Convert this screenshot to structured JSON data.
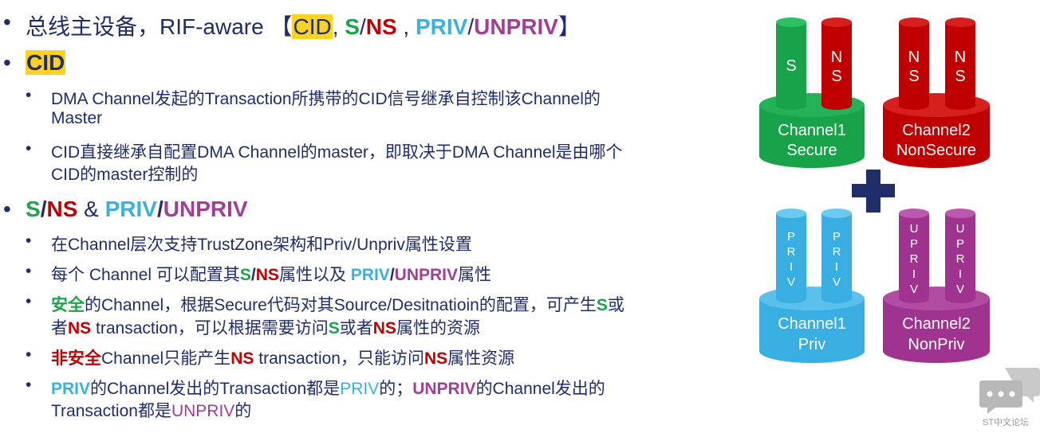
{
  "bullet_glyph": "•",
  "line1": {
    "a": "总线主设备，RIF-aware 【",
    "cid": "CID",
    "comma1": ",",
    "s": "S",
    "slash1": "/",
    "ns": "NS",
    "comma2": " ,",
    "priv": "PRIV",
    "slash2": "/",
    "unpriv": "UNPRIV",
    "close": "】"
  },
  "head_cid": "CID",
  "cid_items": [
    {
      "text1": "DMA Channel发起的Transaction所携带的CID信号继承自控制该Channel的",
      "text2": "Master"
    },
    {
      "text1": "CID直接继承自配置DMA Channel的master，即取决于DMA Channel是由哪个",
      "text2": "CID的master控制的"
    }
  ],
  "head2": {
    "s": "S",
    "slash1": "/",
    "ns": "NS",
    "amp": " & ",
    "priv": "PRIV",
    "slash2": "/",
    "unpriv": "UNPRIV"
  },
  "items": {
    "i1": "在Channel层次支持TrustZone架构和Priv/Unpriv属性设置",
    "i2": {
      "a": "每个 Channel 可以配置其",
      "s": "S",
      "slash1": "/",
      "ns": "NS",
      "b": "属性以及 ",
      "priv": "PRIV",
      "slash2": "/",
      "unpriv": "UNPRIV",
      "c": "属性"
    },
    "i3": {
      "safe": "安全",
      "a": "的Channel，根据Secure代码对其Source/Desitnatioin的配置，可产生",
      "s": "S",
      "b": "或",
      "c": "者",
      "ns": "NS",
      "d": " transaction，可以根据需要访问",
      "s2": "S",
      "e": "或者",
      "ns2": "NS",
      "f": "属性的资源"
    },
    "i4": {
      "unsafe": "非安全",
      "a": "Channel只能产生",
      "ns": "NS",
      "b": " transaction，只能访问",
      "ns2": "NS",
      "c": "属性资源"
    },
    "i5": {
      "priv": "PRIV",
      "a": "的Channel发出的Transaction都是",
      "priv2": "PRIV",
      "b": "的；",
      "unpriv": "UNPRIV",
      "c": "的Channel发出的",
      "d": "Transaction都是",
      "unpriv2": "UNPRIV",
      "e": "的"
    }
  },
  "diagram": {
    "ch1_secure": {
      "line1": "Channel1",
      "line2": "Secure",
      "pillar_left": "S",
      "pillar_right_1": "N",
      "pillar_right_2": "S"
    },
    "ch2_nonsecure": {
      "line1": "Channel2",
      "line2": "NonSecure",
      "pillar_left_1": "N",
      "pillar_left_2": "S",
      "pillar_right_1": "N",
      "pillar_right_2": "S"
    },
    "ch1_priv": {
      "line1": "Channel1",
      "line2": "Priv",
      "pillar_letters": [
        "P",
        "R",
        "I",
        "V"
      ]
    },
    "ch2_nonpriv": {
      "line1": "Channel2",
      "line2": "NonPriv",
      "pillar_letters": [
        "U",
        "P",
        "R",
        "I",
        "V"
      ]
    },
    "plus": "+"
  },
  "watermark": "ST中文论坛",
  "colors": {
    "text": "#1f2d6b",
    "green": "#1aa54b",
    "red": "#c00000",
    "blue": "#3ab0e5",
    "purple": "#a23e97",
    "highlight": "#ffd21f"
  }
}
